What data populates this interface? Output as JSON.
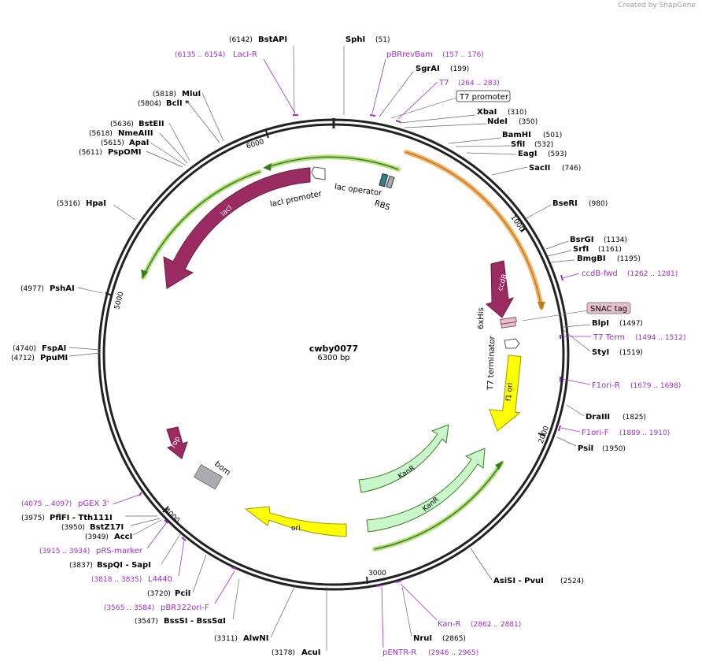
{
  "brand": "Created by SnapGene",
  "plasmid": {
    "name": "cwby0077",
    "length_label": "6300 bp"
  },
  "ticks": [
    "1000",
    "2000",
    "3000",
    "4000",
    "5000",
    "6000"
  ],
  "enzymes": {
    "BstAPI": {
      "name": "BstAPI",
      "pos": "(6142)"
    },
    "SphI": {
      "name": "SphI",
      "pos": "(51)"
    },
    "SgrAI": {
      "name": "SgrAI",
      "pos": "(199)"
    },
    "XbaI": {
      "name": "XbaI",
      "pos": "(310)"
    },
    "NdeI": {
      "name": "NdeI",
      "pos": "(350)"
    },
    "BamHI": {
      "name": "BamHI",
      "pos": "(501)"
    },
    "SfiI": {
      "name": "SfiI",
      "pos": "(532)"
    },
    "EagI": {
      "name": "EagI",
      "pos": "(593)"
    },
    "SacII": {
      "name": "SacII",
      "pos": "(746)"
    },
    "BseRI": {
      "name": "BseRI",
      "pos": "(980)"
    },
    "BsrGI": {
      "name": "BsrGI",
      "pos": "(1134)"
    },
    "SrfI": {
      "name": "SrfI",
      "pos": "(1161)"
    },
    "BmgBI": {
      "name": "BmgBI",
      "pos": "(1195)"
    },
    "BlpI": {
      "name": "BlpI",
      "pos": "(1497)"
    },
    "StyI": {
      "name": "StyI",
      "pos": "(1519)"
    },
    "DraIII": {
      "name": "DraIII",
      "pos": "(1825)"
    },
    "PsiI": {
      "name": "PsiI",
      "pos": "(1950)"
    },
    "AsiSI": {
      "name": "AsiSI",
      "sep": " - ",
      "second": "PvuI",
      "pos": "(2524)"
    },
    "NruI": {
      "name": "NruI",
      "pos": "(2865)"
    },
    "AcuI": {
      "name": "AcuI",
      "pos": "(3178)"
    },
    "AlwNI": {
      "name": "AlwNI",
      "pos": "(3311)"
    },
    "BssSI": {
      "name": "BssSI",
      "sep": " - ",
      "second": "BssSαI",
      "pos": "(3547)"
    },
    "PciI": {
      "name": "PciI",
      "pos": "(3720)"
    },
    "BspQI": {
      "name": "BspQI",
      "sep": " - ",
      "second": "SapI",
      "pos": "(3837)"
    },
    "AccI": {
      "name": "AccI",
      "pos": "(3949)"
    },
    "BsaZ17I": {
      "name": "BstZ17I",
      "pos": "(3950)"
    },
    "PflFI": {
      "name": "PflFI",
      "sep": " - ",
      "second": "Tth111I",
      "pos": "(3975)"
    },
    "PpuMI": {
      "name": "PpuMI",
      "pos": "(4712)"
    },
    "FspAI": {
      "name": "FspAI",
      "pos": "(4740)"
    },
    "PshAI": {
      "name": "PshAI",
      "pos": "(4977)"
    },
    "HpaI": {
      "name": "HpaI",
      "pos": "(5316)"
    },
    "PspOMI": {
      "name": "PspOMI",
      "pos": "(5611)"
    },
    "ApaI": {
      "name": "ApaI",
      "pos": "(5615)"
    },
    "NmeAIII": {
      "name": "NmeAIII",
      "pos": "(5618)"
    },
    "BstEII": {
      "name": "BstEII",
      "pos": "(5636)"
    },
    "BclI": {
      "name": "BclI *",
      "pos": "(5804)"
    },
    "MluI": {
      "name": "MluI",
      "pos": "(5818)"
    }
  },
  "primers": {
    "LacI_R": {
      "name": "LacI-R",
      "range": "(6135 .. 6154)"
    },
    "pBRrevBam": {
      "name": "pBRrevBam",
      "range": "(157 .. 176)"
    },
    "T7": {
      "name": "T7",
      "range": "(264 .. 283)"
    },
    "ccdB_fwd": {
      "name": "ccdB-fwd",
      "range": "(1262 .. 1281)"
    },
    "T7_Term": {
      "name": "T7 Term",
      "range": "(1494 .. 1512)"
    },
    "F1ori_R": {
      "name": "F1ori-R",
      "range": "(1679 .. 1698)"
    },
    "F1ori_F": {
      "name": "F1ori-F",
      "range": "(1889 .. 1910)"
    },
    "Kan_R": {
      "name": "Kan-R",
      "range": "(2862 .. 2881)"
    },
    "pENTR_R": {
      "name": "pENTR-R",
      "range": "(2946 .. 2965)"
    },
    "pBR322ori_F": {
      "name": "pBR322ori-F",
      "range": "(3565 .. 3584)"
    },
    "L4440": {
      "name": "L4440",
      "range": "(3818 .. 3835)"
    },
    "pRS_marker": {
      "name": "pRS-marker",
      "range": "(3915 .. 3934)"
    },
    "pGEX3": {
      "name": "pGEX 3'",
      "range": "(4075 .. 4097)"
    }
  },
  "features": {
    "T7_promoter": "T7 promoter",
    "SNAC_tag": "SNAC tag",
    "lacI": "lacI",
    "lacI_promoter": "lacI promoter",
    "lac_operator": "lac operator",
    "RBS": "RBS",
    "ccdB": "ccdB",
    "sixHis": "6xHis",
    "T7_terminator": "T7 terminator",
    "f1_ori": "f1 ori",
    "KanR": "KanR",
    "ori": "ori",
    "rop": "rop",
    "bom": "bom"
  },
  "colors": {
    "backbone": "#222222",
    "lacI": "#9b2c62",
    "promoter_outline": "#555555",
    "gene_highlight_green": "#b6e07e",
    "gene_highlight_orange": "#f2b46a",
    "f1_ori": "#ffff00",
    "KanR": "#c9f7cc",
    "primer": "#9932cc",
    "snac_fill": "#e6c1cc",
    "rbs_blue": "#2f7f8f",
    "bom": "#a9adb2"
  }
}
